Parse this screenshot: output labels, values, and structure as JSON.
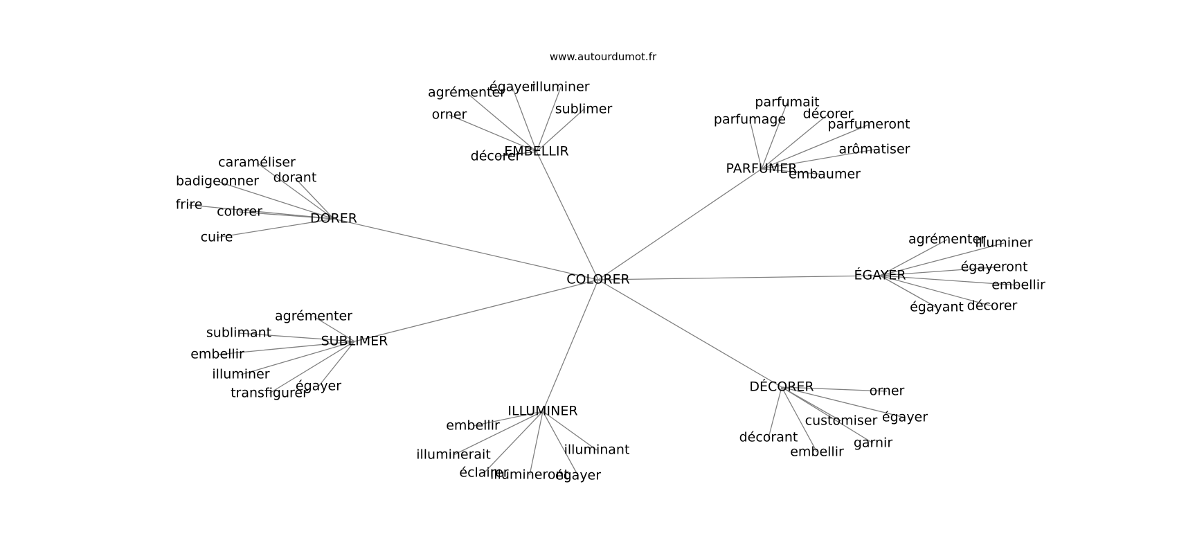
{
  "source": "www.autourdumot.fr",
  "center": "COLORER",
  "clusters": [
    {
      "label": "EMBELLIR",
      "leaves": [
        "agrémenter",
        "égayer",
        "illuminer",
        "sublimer",
        "orner",
        "décorer"
      ]
    },
    {
      "label": "PARFUMER",
      "leaves": [
        "parfumait",
        "parfumage",
        "décorer",
        "parfumeront",
        "arômatiser",
        "embaumer"
      ]
    },
    {
      "label": "DORER",
      "leaves": [
        "caraméliser",
        "badigeonner",
        "dorant",
        "frire",
        "colorer",
        "cuire"
      ]
    },
    {
      "label": "ÉGAYER",
      "leaves": [
        "agrémenter",
        "illuminer",
        "égayeront",
        "embellir",
        "égayant",
        "décorer"
      ]
    },
    {
      "label": "SUBLIMER",
      "leaves": [
        "agrémenter",
        "sublimant",
        "embellir",
        "illuminer",
        "transfigurer",
        "égayer"
      ]
    },
    {
      "label": "DÉCORER",
      "leaves": [
        "orner",
        "égayer",
        "customiser",
        "décorant",
        "garnir",
        "embellir"
      ]
    },
    {
      "label": "ILLUMINER",
      "leaves": [
        "embellir",
        "illuminerait",
        "illuminant",
        "éclairer",
        "illumineront",
        "égayer"
      ]
    }
  ]
}
